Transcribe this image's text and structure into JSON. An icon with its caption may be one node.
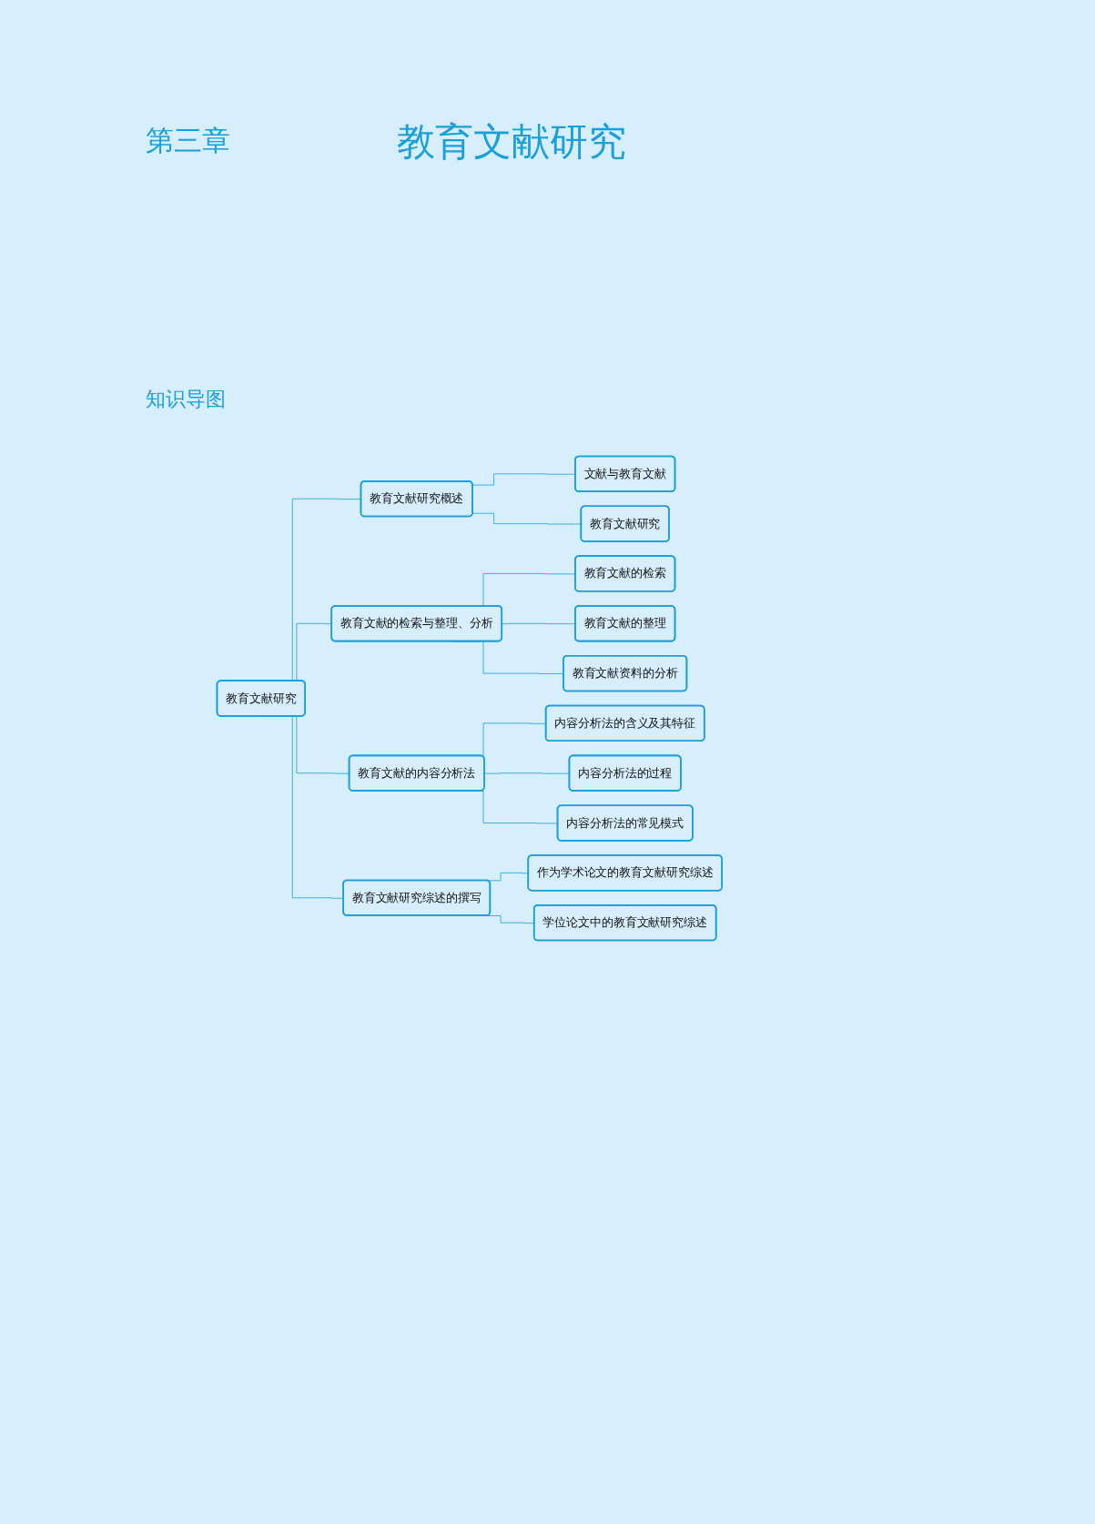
{
  "diagram": {
    "title": "教育文献研究",
    "nodes": [
      {
        "text": [
          "教育文献研究"
        ]
      },
      {
        "text": [
          "教育文献研究概述"
        ]
      },
      {
        "text": [
          "文献与教育文献"
        ]
      },
      {
        "text": [
          "教育文献研究"
        ]
      },
      {
        "text": [
          "教育文献的检索与整理、分析"
        ]
      },
      {
        "text": [
          "教育文献的检索"
        ]
      },
      {
        "text": [
          "教育文献的整理"
        ]
      },
      {
        "text": [
          "教育文献资料的分析"
        ]
      },
      {
        "text": [
          "教育文献的内容分析法"
        ]
      },
      {
        "text": [
          "内容分析法的含义及其特征"
        ]
      },
      {
        "text": [
          "内容分析法的过程"
        ]
      },
      {
        "text": [
          "内容分析法的常见模式"
        ]
      },
      {
        "text": [
          "教育文献研究综述的撰写"
        ]
      },
      {
        "text": [
          "作为学术论文的教育文献研究综述"
        ]
      },
      {
        "text": [
          "学位论文中的教育文献研究综述"
        ]
      }
    ],
    "edges": [
      {
        "from": 0,
        "to": 1,
        "arrow": "none"
      },
      {
        "from": 0,
        "to": 4,
        "arrow": "none"
      },
      {
        "from": 0,
        "to": 8,
        "arrow": "none"
      },
      {
        "from": 0,
        "to": 12,
        "arrow": "none"
      },
      {
        "from": 1,
        "to": 2,
        "arrow": "none"
      },
      {
        "from": 1,
        "to": 3,
        "arrow": "none"
      },
      {
        "from": 4,
        "to": 5,
        "arrow": "none"
      },
      {
        "from": 4,
        "to": 6,
        "arrow": "none"
      },
      {
        "from": 4,
        "to": 7,
        "arrow": "none"
      },
      {
        "from": 8,
        "to": 9,
        "arrow": "none"
      },
      {
        "from": 8,
        "to": 10,
        "arrow": "none"
      },
      {
        "from": 8,
        "to": 11,
        "arrow": "none"
      },
      {
        "from": 12,
        "to": 13,
        "arrow": "none"
      },
      {
        "from": 12,
        "to": 14,
        "arrow": "none"
      }
    ],
    "labels": [
      "第三章",
      "知识导图"
    ]
  }
}
